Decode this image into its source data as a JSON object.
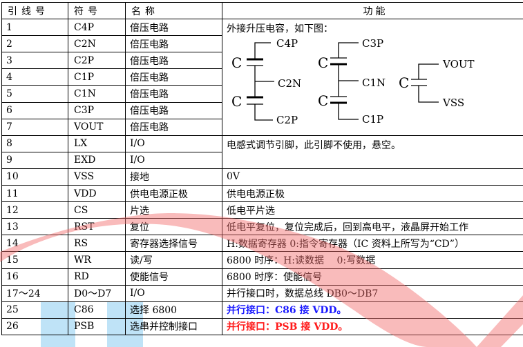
{
  "headers": {
    "pin": "引线号",
    "symbol": "符号",
    "name": "名称",
    "function": "功能"
  },
  "rows": [
    {
      "pin": "1",
      "symbol": "C4P",
      "name": "倍压电路"
    },
    {
      "pin": "2",
      "symbol": "C2N",
      "name": "倍压电路"
    },
    {
      "pin": "3",
      "symbol": "C2P",
      "name": "倍压电路"
    },
    {
      "pin": "4",
      "symbol": "C1P",
      "name": "倍压电路"
    },
    {
      "pin": "5",
      "symbol": "C1N",
      "name": "倍压电路"
    },
    {
      "pin": "6",
      "symbol": "C3P",
      "name": "倍压电路"
    },
    {
      "pin": "7",
      "symbol": "VOUT",
      "name": "倍压电路"
    },
    {
      "pin": "8",
      "symbol": "LX",
      "name": "I/O"
    },
    {
      "pin": "9",
      "symbol": "EXD",
      "name": "I/O"
    },
    {
      "pin": "10",
      "symbol": "VSS",
      "name": "接地",
      "function": "0V"
    },
    {
      "pin": "11",
      "symbol": "VDD",
      "name": "供电电源正极",
      "function": "供电电源正极"
    },
    {
      "pin": "12",
      "symbol": "CS",
      "name": "片选",
      "function": "低电平片选"
    },
    {
      "pin": "13",
      "symbol": "RST",
      "name": "复位",
      "function": "低电平复位，复位完成后，回到高电平，液晶屏开始工作"
    },
    {
      "pin": "14",
      "symbol": "RS",
      "name": "寄存器选择信号",
      "function": "H:数据寄存器 0:指令寄存器（IC 资料上所写为“CD”）"
    },
    {
      "pin": "15",
      "symbol": "WR",
      "name": "读/写",
      "function": "6800 时序：H:读数据　 0:写数据"
    },
    {
      "pin": "16",
      "symbol": "RD",
      "name": "使能信号",
      "function": "6800 时序：使能信号"
    },
    {
      "pin": "17～24",
      "symbol": "D0～D7",
      "name": "I/O",
      "function": "并行接口时，数据总线 DB0～DB7"
    },
    {
      "pin": "25",
      "symbol": "C86",
      "name": "选择 6800",
      "function": "并行接口：C86 接 VDD。"
    },
    {
      "pin": "26",
      "symbol": "PSB",
      "name": "选串并控制接口",
      "function": "并行接口：PSB 接 VDD。"
    }
  ],
  "merged": {
    "caps_text": "外接升压电容，如下图：",
    "lx_exd_text": "电感式调节引脚，此引脚不使用，悬空。"
  },
  "diagram": {
    "cap": "C",
    "g1": [
      "C4P",
      "C2N",
      "C2P"
    ],
    "g2": [
      "C3P",
      "C1N",
      "C1P"
    ],
    "g3": [
      "VOUT",
      "VSS"
    ]
  },
  "colors": {
    "blue_text": "#1a1aff",
    "red_text": "#ff1a1a",
    "watermark_red": "#f26a6a",
    "watermark_blue": "#bfe3f7"
  }
}
